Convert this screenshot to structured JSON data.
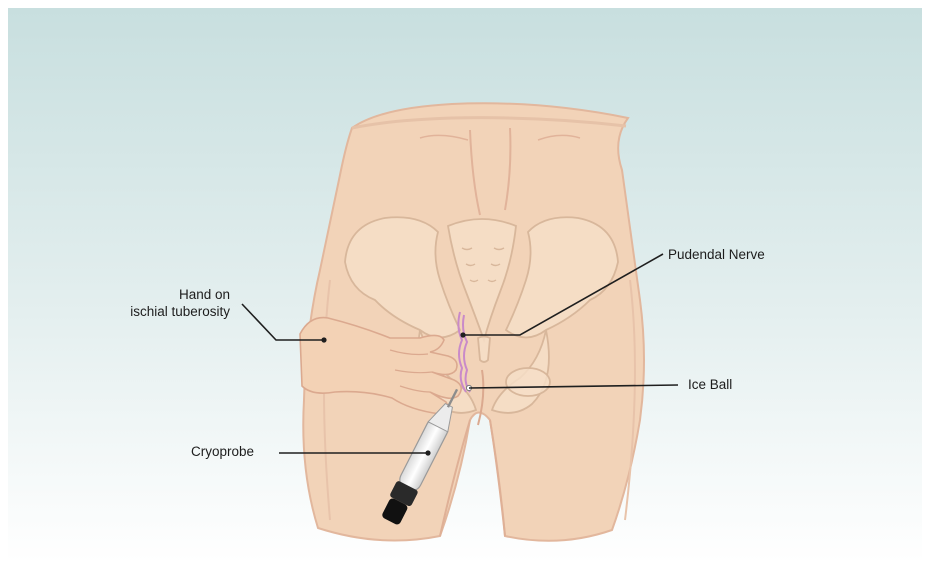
{
  "labels": {
    "hand_line1": "Hand on",
    "hand_line2": "ischial tuberosity",
    "pudendal": "Pudendal Nerve",
    "ice_ball": "Ice Ball",
    "cryoprobe": "Cryoprobe"
  },
  "colors": {
    "background_top": "#c9dfdf",
    "background_bottom": "#ffffff",
    "skin": "#f2d1b5",
    "skin_shadow": "#e1b39a",
    "bone": "#f4dcc4",
    "bone_outline": "#d9b89c",
    "nerve": "#c989c9",
    "leader_line": "#1f1f1f"
  }
}
